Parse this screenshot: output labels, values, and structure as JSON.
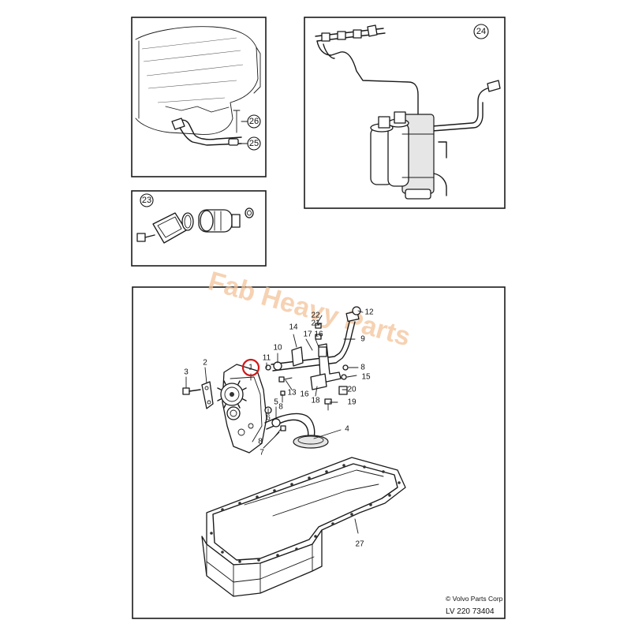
{
  "watermark": "Fab Heavy Parts",
  "copyright": "© Volvo Parts Corp",
  "doc_number": "LV 220 73404",
  "panels": {
    "top_left": {
      "refs": [
        "26",
        "25"
      ]
    },
    "top_right": {
      "refs": [
        "24"
      ]
    },
    "middle_left": {
      "refs": [
        "23"
      ]
    },
    "main": {
      "highlighted_callout": "1",
      "callouts": [
        "1",
        "2",
        "3",
        "4",
        "5",
        "6",
        "7",
        "8",
        "9",
        "10",
        "11",
        "12",
        "13",
        "14",
        "15",
        "16",
        "17",
        "18",
        "19",
        "20",
        "21",
        "22",
        "27"
      ]
    }
  },
  "colors": {
    "highlight": "#d01818",
    "watermark": "#f3c39a",
    "ink": "#1a1a1a"
  }
}
